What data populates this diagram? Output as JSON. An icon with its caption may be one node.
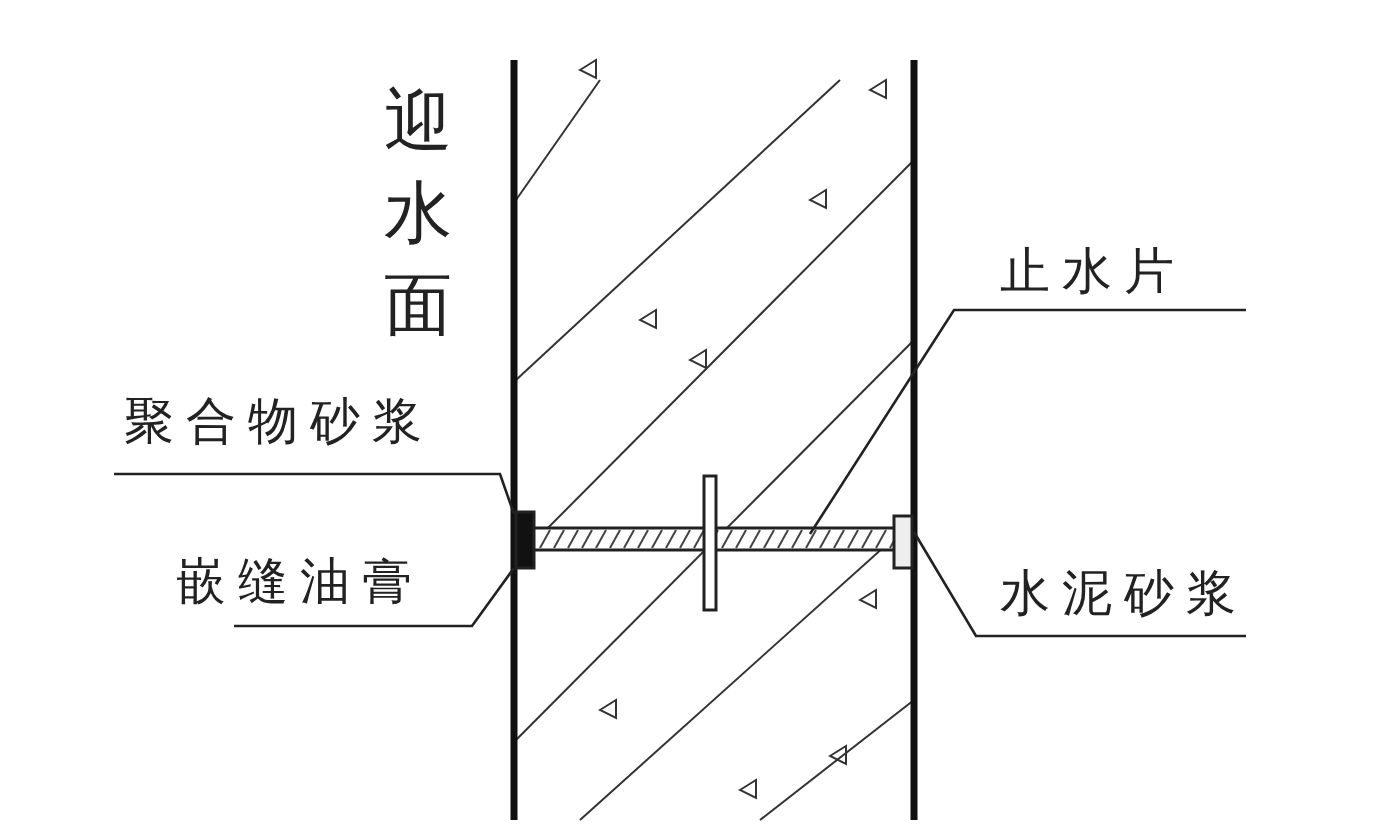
{
  "diagram": {
    "nodes": [
      {
        "text": [
          "聚合物砂浆"
        ]
      },
      {
        "text": [
          "嵌缝油膏"
        ]
      },
      {
        "text": [
          "止水片"
        ]
      },
      {
        "text": [
          "水泥砂浆"
        ]
      },
      {
        "text": [],
        "shape": "box"
      },
      {
        "text": [],
        "shape": "box"
      }
    ],
    "edges": [
      {
        "from": 0,
        "to": 4,
        "arrow": "none"
      },
      {
        "from": 1,
        "to": 4,
        "arrow": "none"
      },
      {
        "from": 2,
        "to": null,
        "arrow": "none"
      },
      {
        "from": 3,
        "to": 5,
        "arrow": "none"
      }
    ],
    "labels": [
      "迎水面"
    ]
  }
}
